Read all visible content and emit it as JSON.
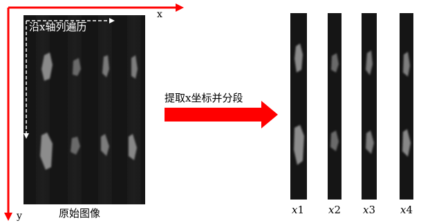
{
  "axes": {
    "x_label": "x",
    "y_label": "y",
    "color": "#ff0000"
  },
  "original_image": {
    "scan_label": "沿x轴列遍历",
    "caption": "原始图像"
  },
  "process_arrow": {
    "label": "提取x坐标并分段",
    "color": "#ff0000"
  },
  "strips": [
    {
      "var": "x",
      "index": "1"
    },
    {
      "var": "x",
      "index": "2"
    },
    {
      "var": "x",
      "index": "3"
    },
    {
      "var": "x",
      "index": "4"
    }
  ]
}
